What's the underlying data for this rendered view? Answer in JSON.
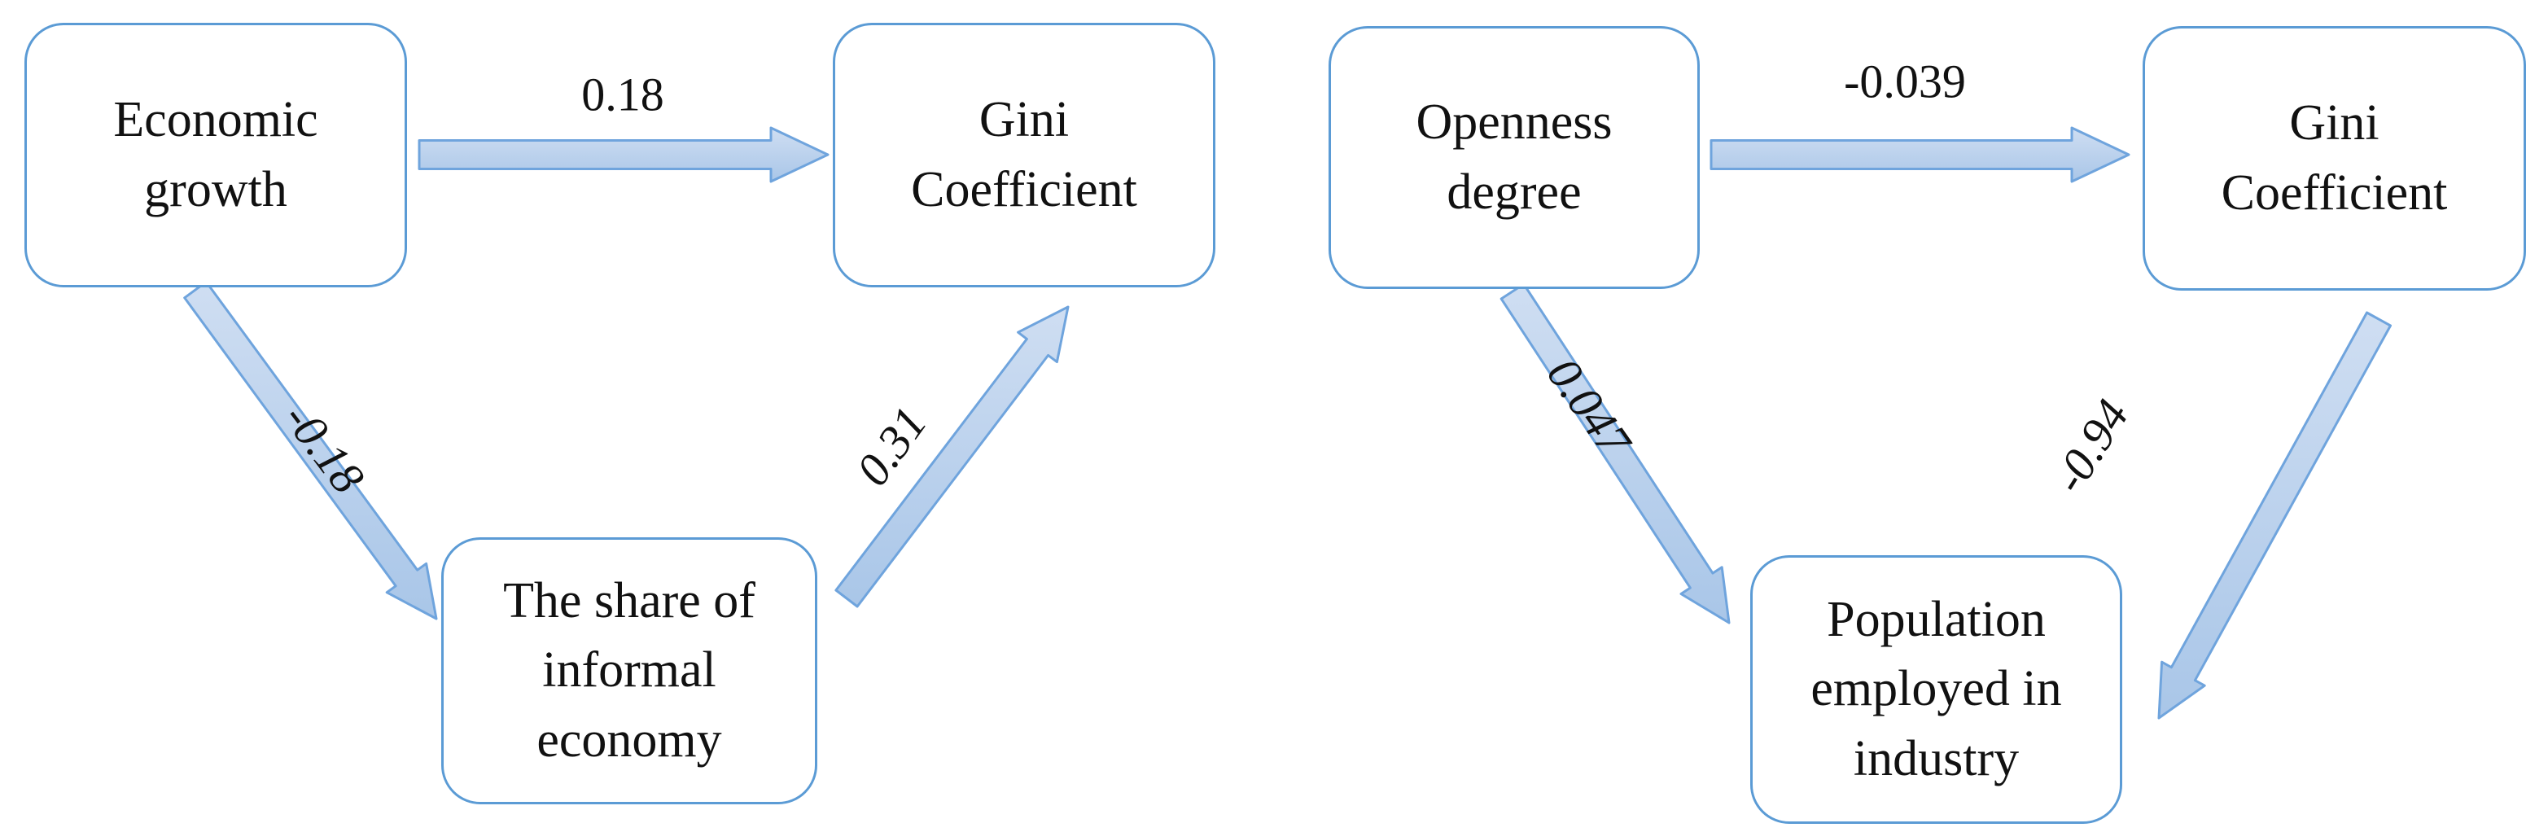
{
  "colors": {
    "box_border": "#5b9bd5",
    "arrow_fill_top": "#cfdef2",
    "arrow_fill_bottom": "#a9c6e8",
    "arrow_stroke": "#6fa4dd",
    "text": "#111111",
    "background": "#ffffff"
  },
  "left_diagram": {
    "nodes": {
      "economic": {
        "lines": [
          "Economic",
          "growth"
        ]
      },
      "gini": {
        "lines": [
          "Gini",
          "Coefficient"
        ]
      },
      "informal": {
        "lines": [
          "The share of",
          "informal",
          "economy"
        ]
      }
    },
    "edges": {
      "economic_to_gini": "0.18",
      "economic_to_informal": "-0.18",
      "informal_to_gini": "0.31"
    }
  },
  "right_diagram": {
    "nodes": {
      "openness": {
        "lines": [
          "Openness",
          "degree"
        ]
      },
      "gini": {
        "lines": [
          "Gini",
          "Coefficient"
        ]
      },
      "population": {
        "lines": [
          "Population",
          "employed in",
          "industry"
        ]
      }
    },
    "edges": {
      "openness_to_gini": "-0.039",
      "openness_to_population": "0.047",
      "gini_to_population": "-0.94"
    }
  }
}
